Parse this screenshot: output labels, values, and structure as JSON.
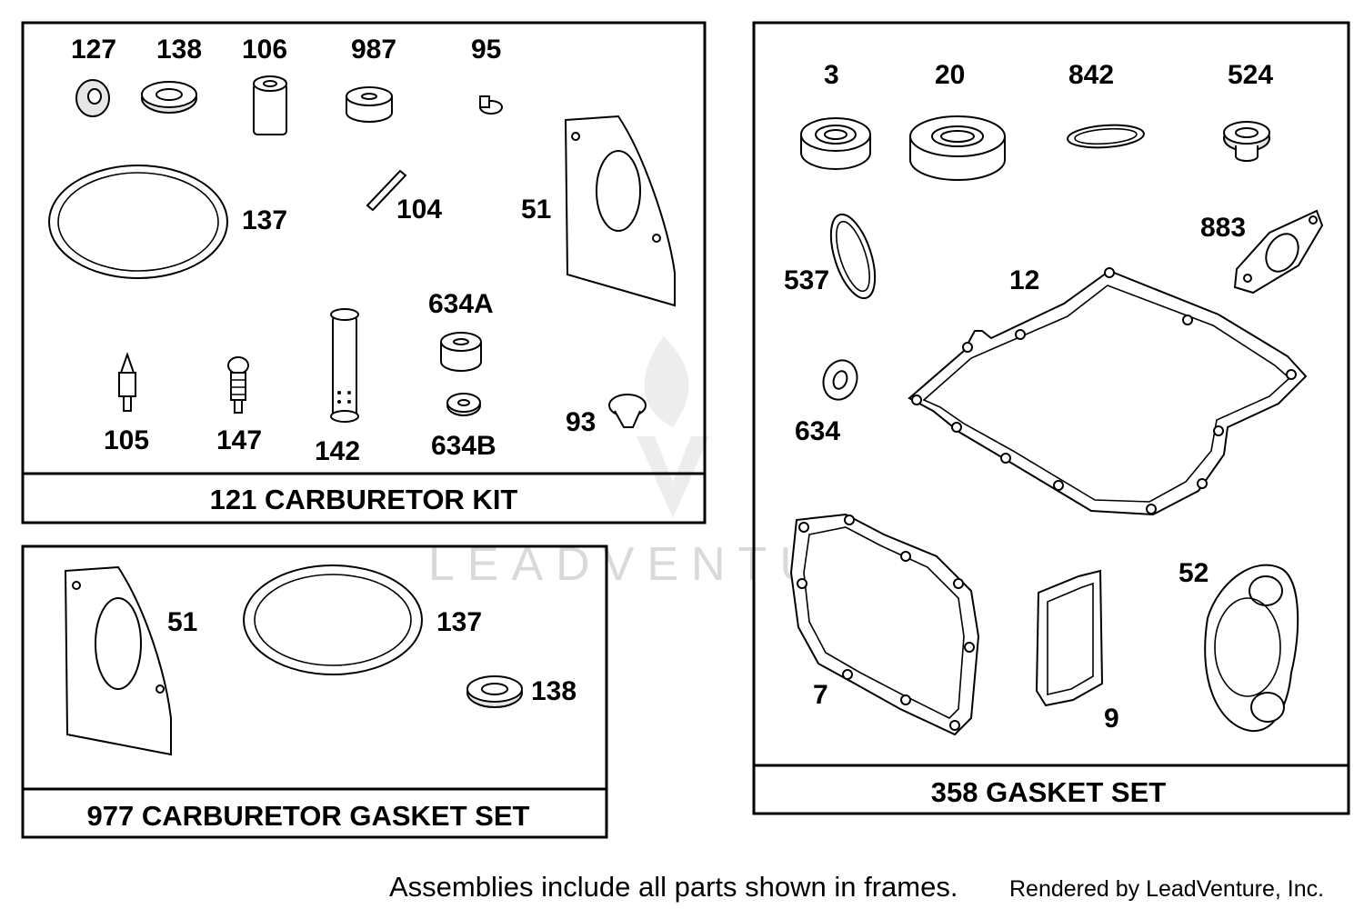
{
  "frames": {
    "carb_kit": {
      "title": "121 CARBURETOR KIT",
      "labels": {
        "p127": "127",
        "p138": "138",
        "p106": "106",
        "p987": "987",
        "p95": "95",
        "p137": "137",
        "p104": "104",
        "p51": "51",
        "p634a": "634A",
        "p105": "105",
        "p147": "147",
        "p142": "142",
        "p634b": "634B",
        "p93": "93"
      }
    },
    "carb_gasket": {
      "title": "977 CARBURETOR GASKET SET",
      "labels": {
        "p51": "51",
        "p137": "137",
        "p138": "138"
      }
    },
    "gasket_set": {
      "title": "358 GASKET SET",
      "labels": {
        "p3": "3",
        "p20": "20",
        "p842": "842",
        "p524": "524",
        "p537": "537",
        "p883": "883",
        "p12": "12",
        "p634": "634",
        "p7": "7",
        "p9": "9",
        "p52": "52"
      }
    }
  },
  "watermark": "LEADVENTURE",
  "footer": {
    "note": "Assemblies include all parts shown in frames.",
    "credit": "Rendered by LeadVenture, Inc."
  }
}
